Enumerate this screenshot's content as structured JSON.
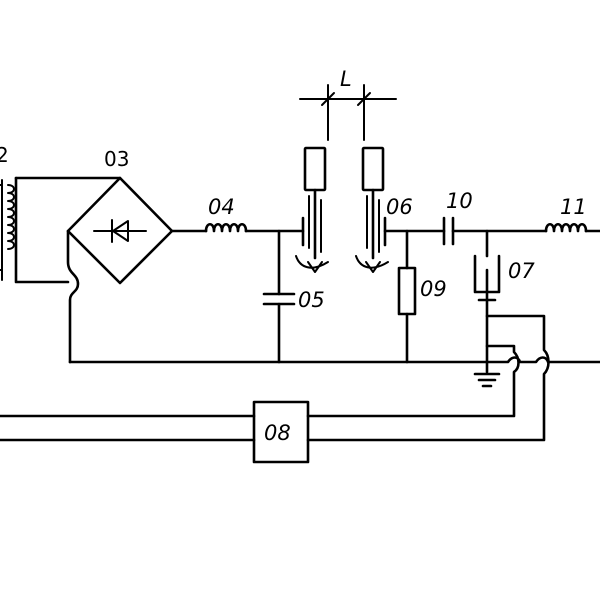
{
  "labels": {
    "transformer": "2",
    "bridge": "03",
    "inductor_a": "04",
    "capacitor_a": "05",
    "electrode_right": "06",
    "electrolytic": "07",
    "controller": "08",
    "resistor": "09",
    "coupling_cap": "10",
    "inductor_b": "11",
    "spacing": "L"
  }
}
